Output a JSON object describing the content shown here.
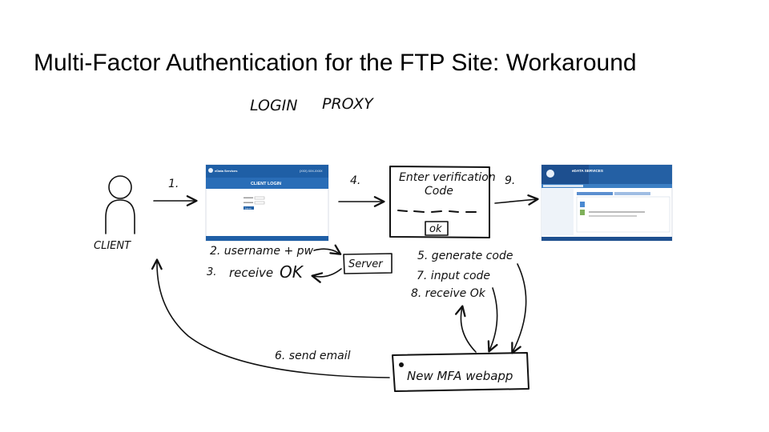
{
  "slide": {
    "title": "Multi-Factor Authentication for the FTP Site: Workaround",
    "labels": {
      "login": "LOGIN",
      "proxy": "PROXY",
      "client": "CLIENT",
      "server": "Server",
      "verify_line1": "Enter verification",
      "verify_line2": "Code",
      "ok_button": "ok",
      "mfa_webapp": "New MFA webapp"
    },
    "steps": {
      "s1": "1.",
      "s2": "2. username + pw",
      "s3_num": "3.",
      "s3_text": "receive",
      "s3_ok": "OK",
      "s4": "4.",
      "s5": "5. generate code",
      "s6": "6. send email",
      "s7": "7. input code",
      "s8": "8. receive Ok",
      "s9": "9."
    },
    "login_screenshot": {
      "brand": "eData Services",
      "phone": "(XXX) XXX-XXXX",
      "heading": "CLIENT LOGIN",
      "button": "Submit"
    },
    "ftp_screenshot": {
      "brand": "eDATA SERVICES"
    }
  }
}
